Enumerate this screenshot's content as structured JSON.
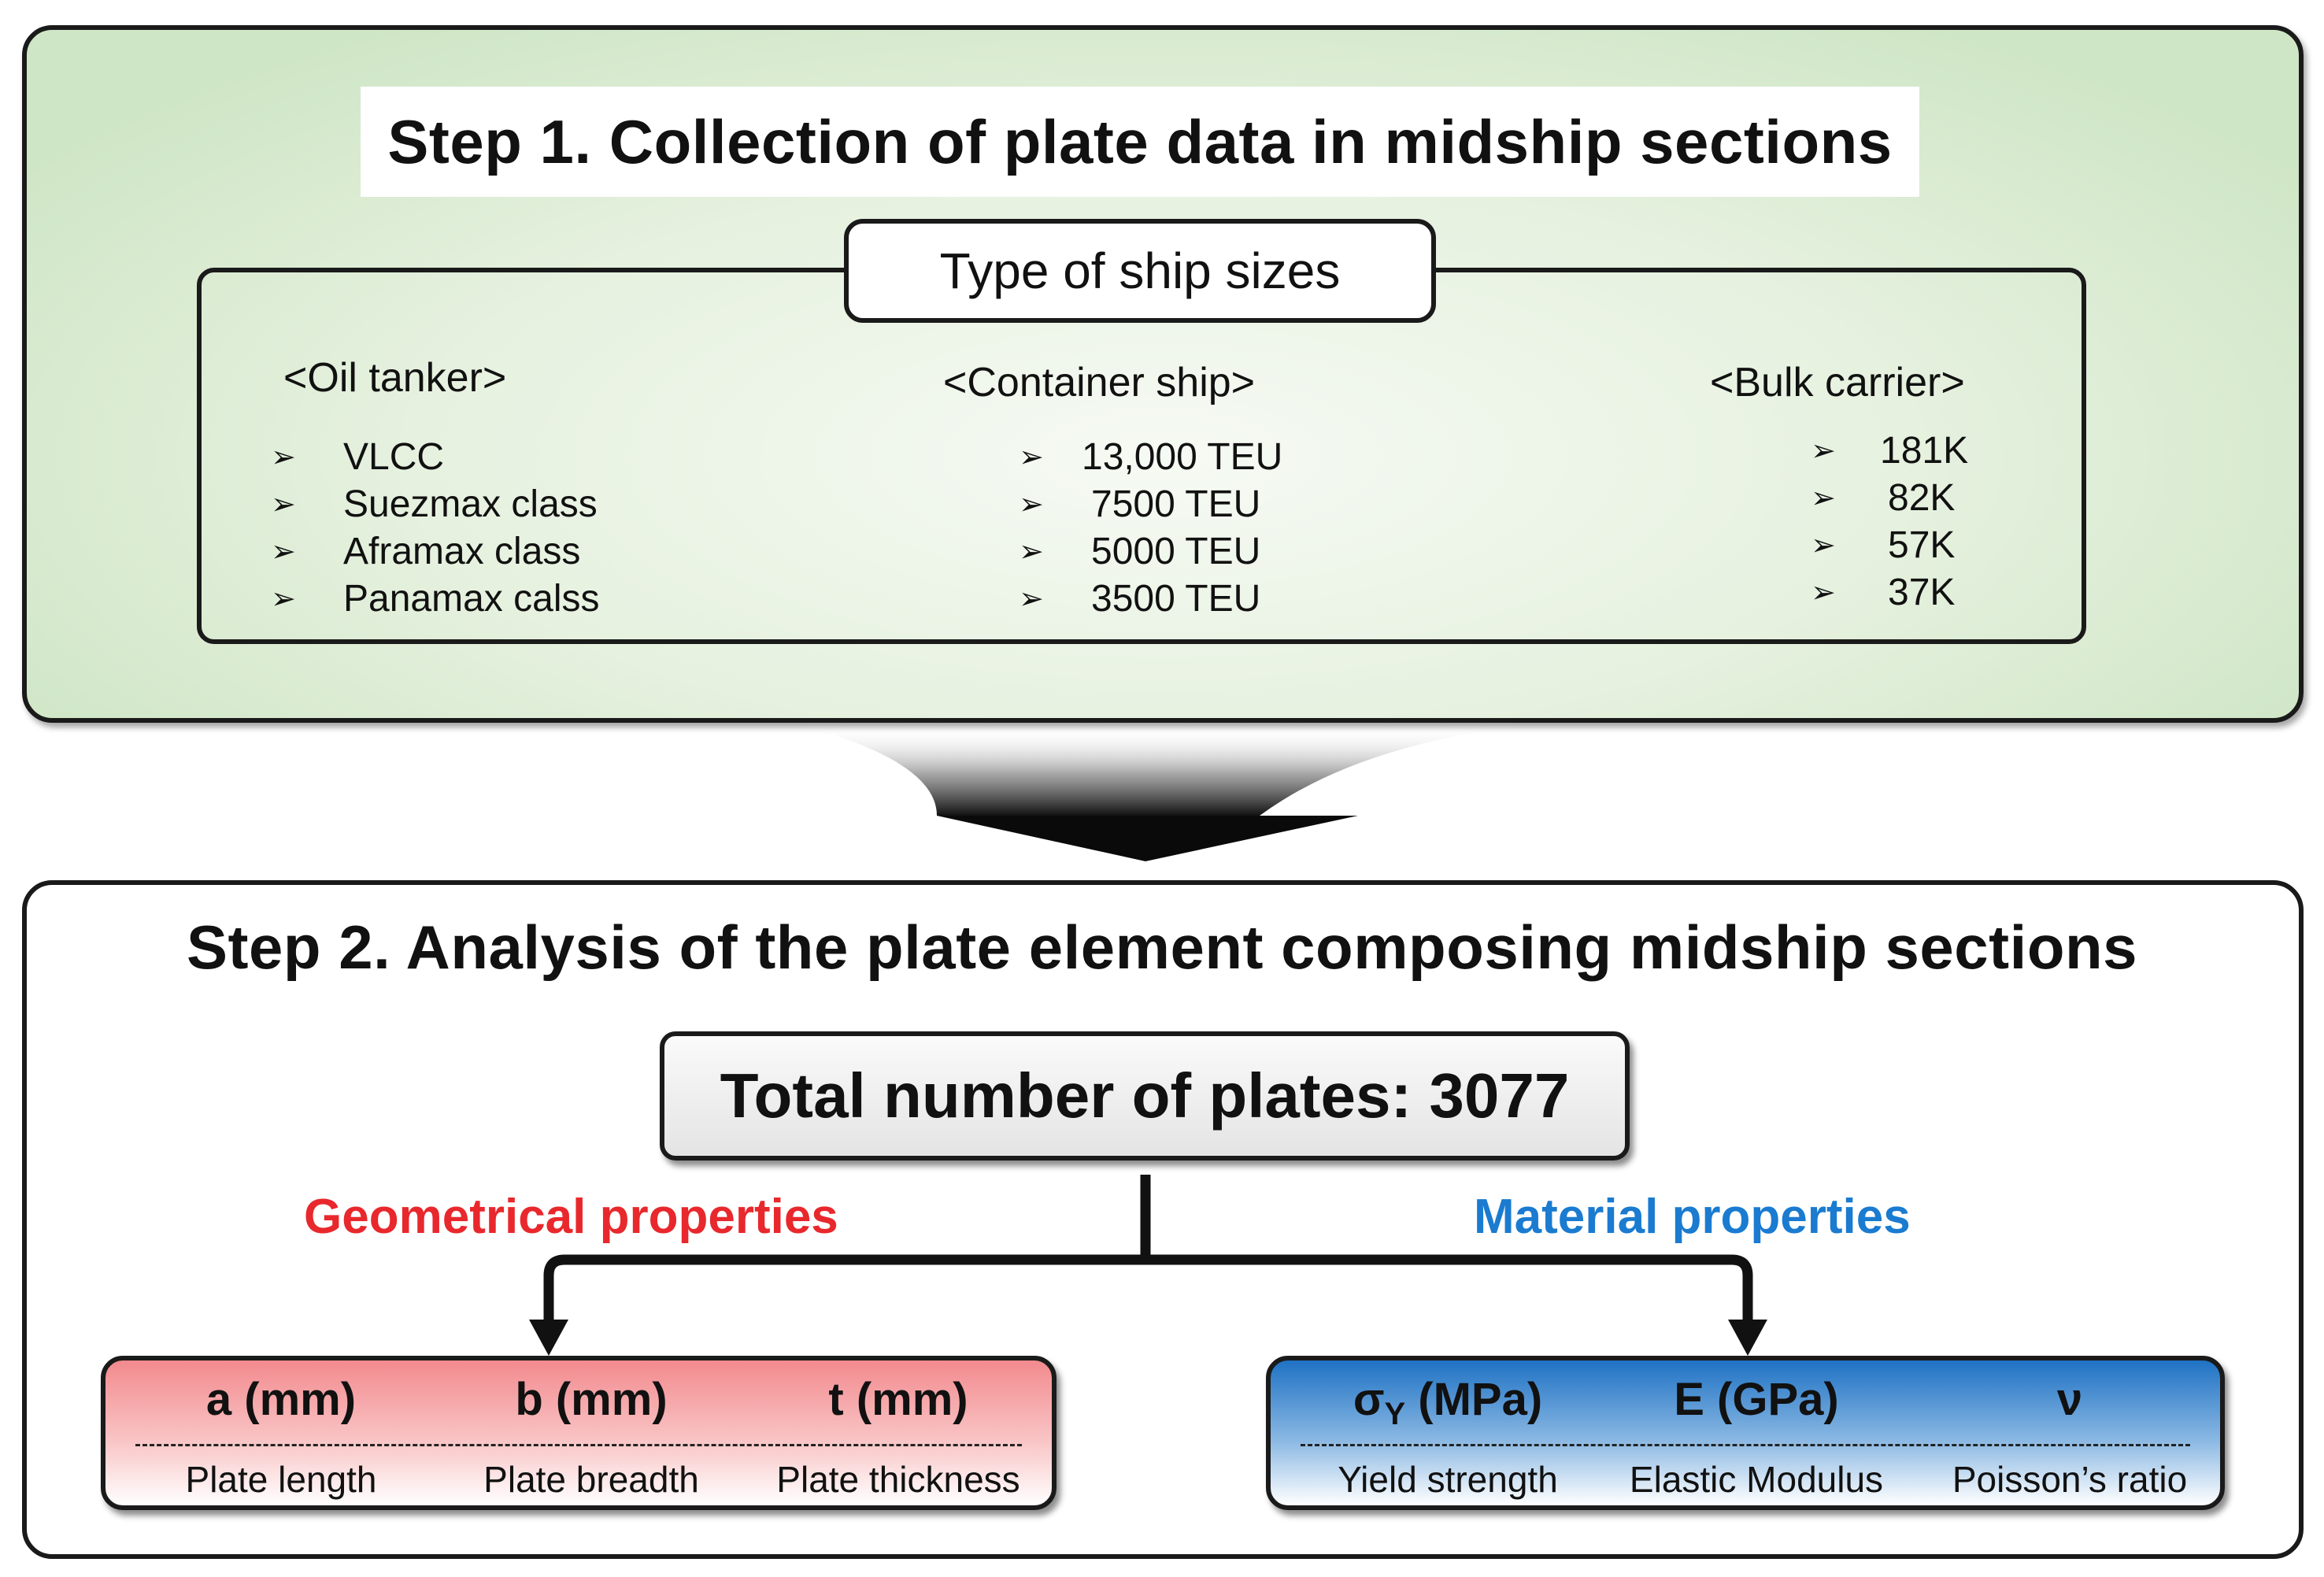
{
  "step1": {
    "title": "Step 1. Collection of plate data in midship sections",
    "types_label": "Type of ship sizes",
    "columns": [
      {
        "heading": "<Oil tanker>",
        "items": [
          "VLCC",
          "Suezmax class",
          "Aframax class",
          "Panamax calss"
        ]
      },
      {
        "heading": "<Container ship>",
        "items": [
          "13,000 TEU",
          "7500 TEU",
          "5000 TEU",
          "3500 TEU"
        ]
      },
      {
        "heading": "<Bulk carrier>",
        "items": [
          "181K",
          "82K",
          "57K",
          "37K"
        ]
      }
    ],
    "bullet_glyph": "➢"
  },
  "step2": {
    "title": "Step 2. Analysis of the plate element composing midship sections",
    "total": "Total number of plates: 3077",
    "geometrical": {
      "label": "Geometrical properties",
      "color": "#e8282c",
      "items": [
        {
          "symbol": "a (mm)",
          "desc": "Plate length"
        },
        {
          "symbol": "b (mm)",
          "desc": "Plate breadth"
        },
        {
          "symbol": "t (mm)",
          "desc": "Plate thickness"
        }
      ]
    },
    "material": {
      "label": "Material properties",
      "color": "#1a7bd0",
      "items": [
        {
          "symbol": "σ",
          "subscript": "Y",
          "unit": " (MPa)",
          "desc": "Yield strength"
        },
        {
          "symbol": "E (GPa)",
          "desc": "Elastic Modulus"
        },
        {
          "symbol": "ν",
          "desc": "Poisson’s ratio"
        }
      ]
    }
  }
}
